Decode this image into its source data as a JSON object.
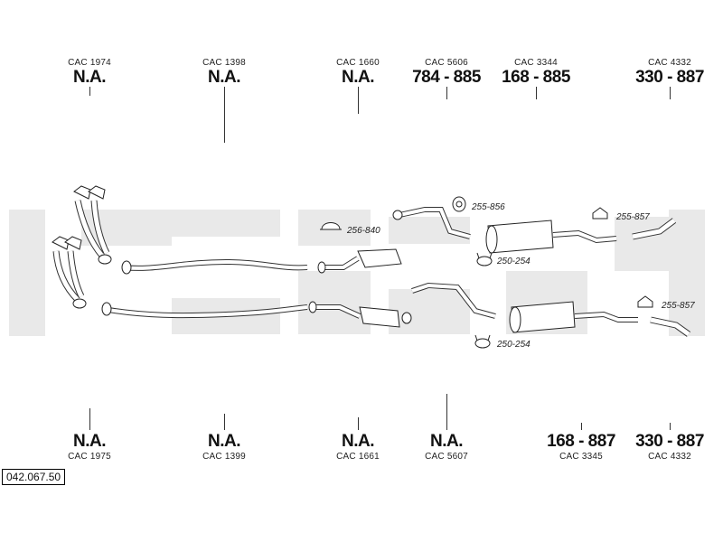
{
  "top_labels": [
    {
      "code": "CAC 1974",
      "value": "N.A."
    },
    {
      "code": "CAC 1398",
      "value": "N.A."
    },
    {
      "code": "CAC 1660",
      "value": "N.A."
    },
    {
      "code": "CAC 5606",
      "value": "784 - 885"
    },
    {
      "code": "CAC 3344",
      "value": "168 - 885"
    },
    {
      "code": "CAC 4332",
      "value": "330 - 887"
    }
  ],
  "bottom_labels": [
    {
      "code": "CAC 1975",
      "value": "N.A."
    },
    {
      "code": "CAC 1399",
      "value": "N.A."
    },
    {
      "code": "CAC 1661",
      "value": "N.A."
    },
    {
      "code": "CAC 5607",
      "value": "N.A."
    },
    {
      "code": "CAC 3345",
      "value": "168 - 887"
    },
    {
      "code": "CAC 4332",
      "value": "330 - 887"
    }
  ],
  "callouts": {
    "c1": "255-856",
    "c2": "256-840",
    "c3": "255-857",
    "c4": "250-254",
    "c5": "255-857",
    "c6": "250-254"
  },
  "reference": "042.067.50"
}
